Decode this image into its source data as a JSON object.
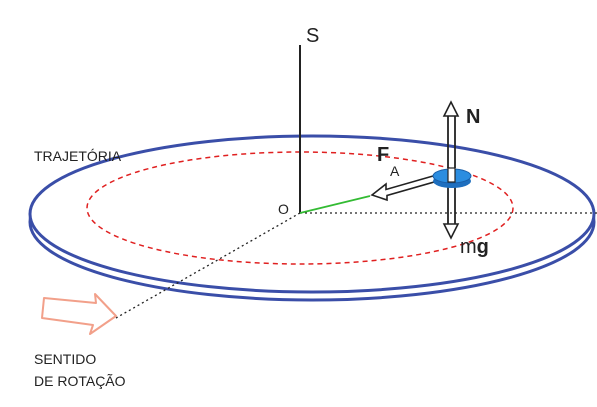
{
  "labels": {
    "axis": "S",
    "origin": "O",
    "normal": "N",
    "friction_main": "F",
    "friction_sub": "A",
    "weight_plain": "m",
    "weight_bold": "g",
    "trajectory": "TRAJETÓRIA",
    "rotation_line1": "SENTIDO",
    "rotation_line2": "DE ROTAÇÃO"
  },
  "colors": {
    "disk_edge": "#3a4ea8",
    "disk_face": "#ffffff",
    "trajectory_circle": "#e02020",
    "radius_line": "#33bb33",
    "block": "#2b8de0",
    "rotation_arrow": "#f2a08a",
    "ink": "#222222"
  }
}
